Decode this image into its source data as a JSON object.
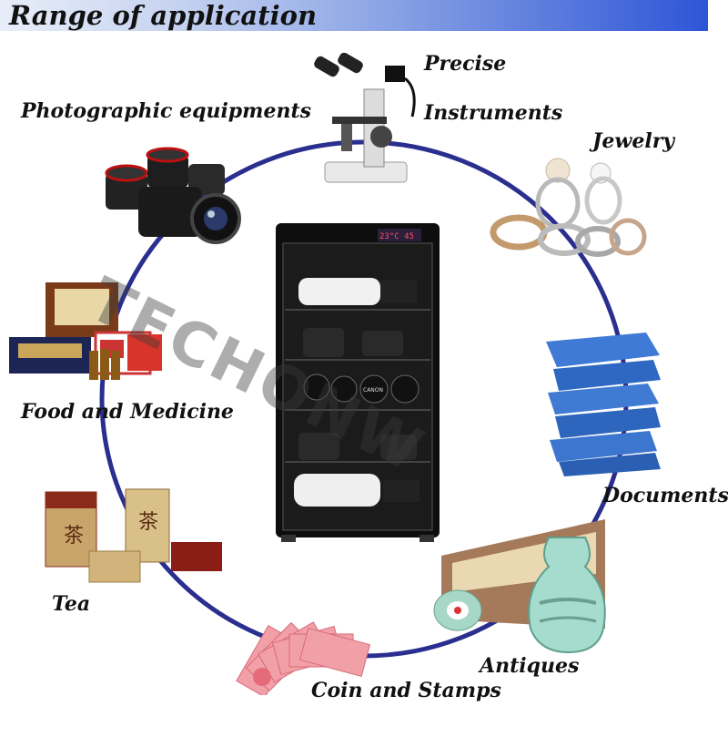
{
  "header": {
    "title": "Range of application"
  },
  "labels": {
    "precise": "Precise",
    "instruments": "Instruments",
    "photographic": "Photographic equipments",
    "jewelry": "Jewelry",
    "food": "Food and Medicine",
    "documents": "Documents",
    "tea": "Tea",
    "antiques": "Antiques",
    "coins": "Coin and Stamps"
  },
  "cabinet_display": "23°C 45",
  "cabinet_brand": "CANON",
  "watermark": "TECHONW",
  "colors": {
    "ring": "#2a2f8f",
    "header_accent": "#2e55d6"
  }
}
